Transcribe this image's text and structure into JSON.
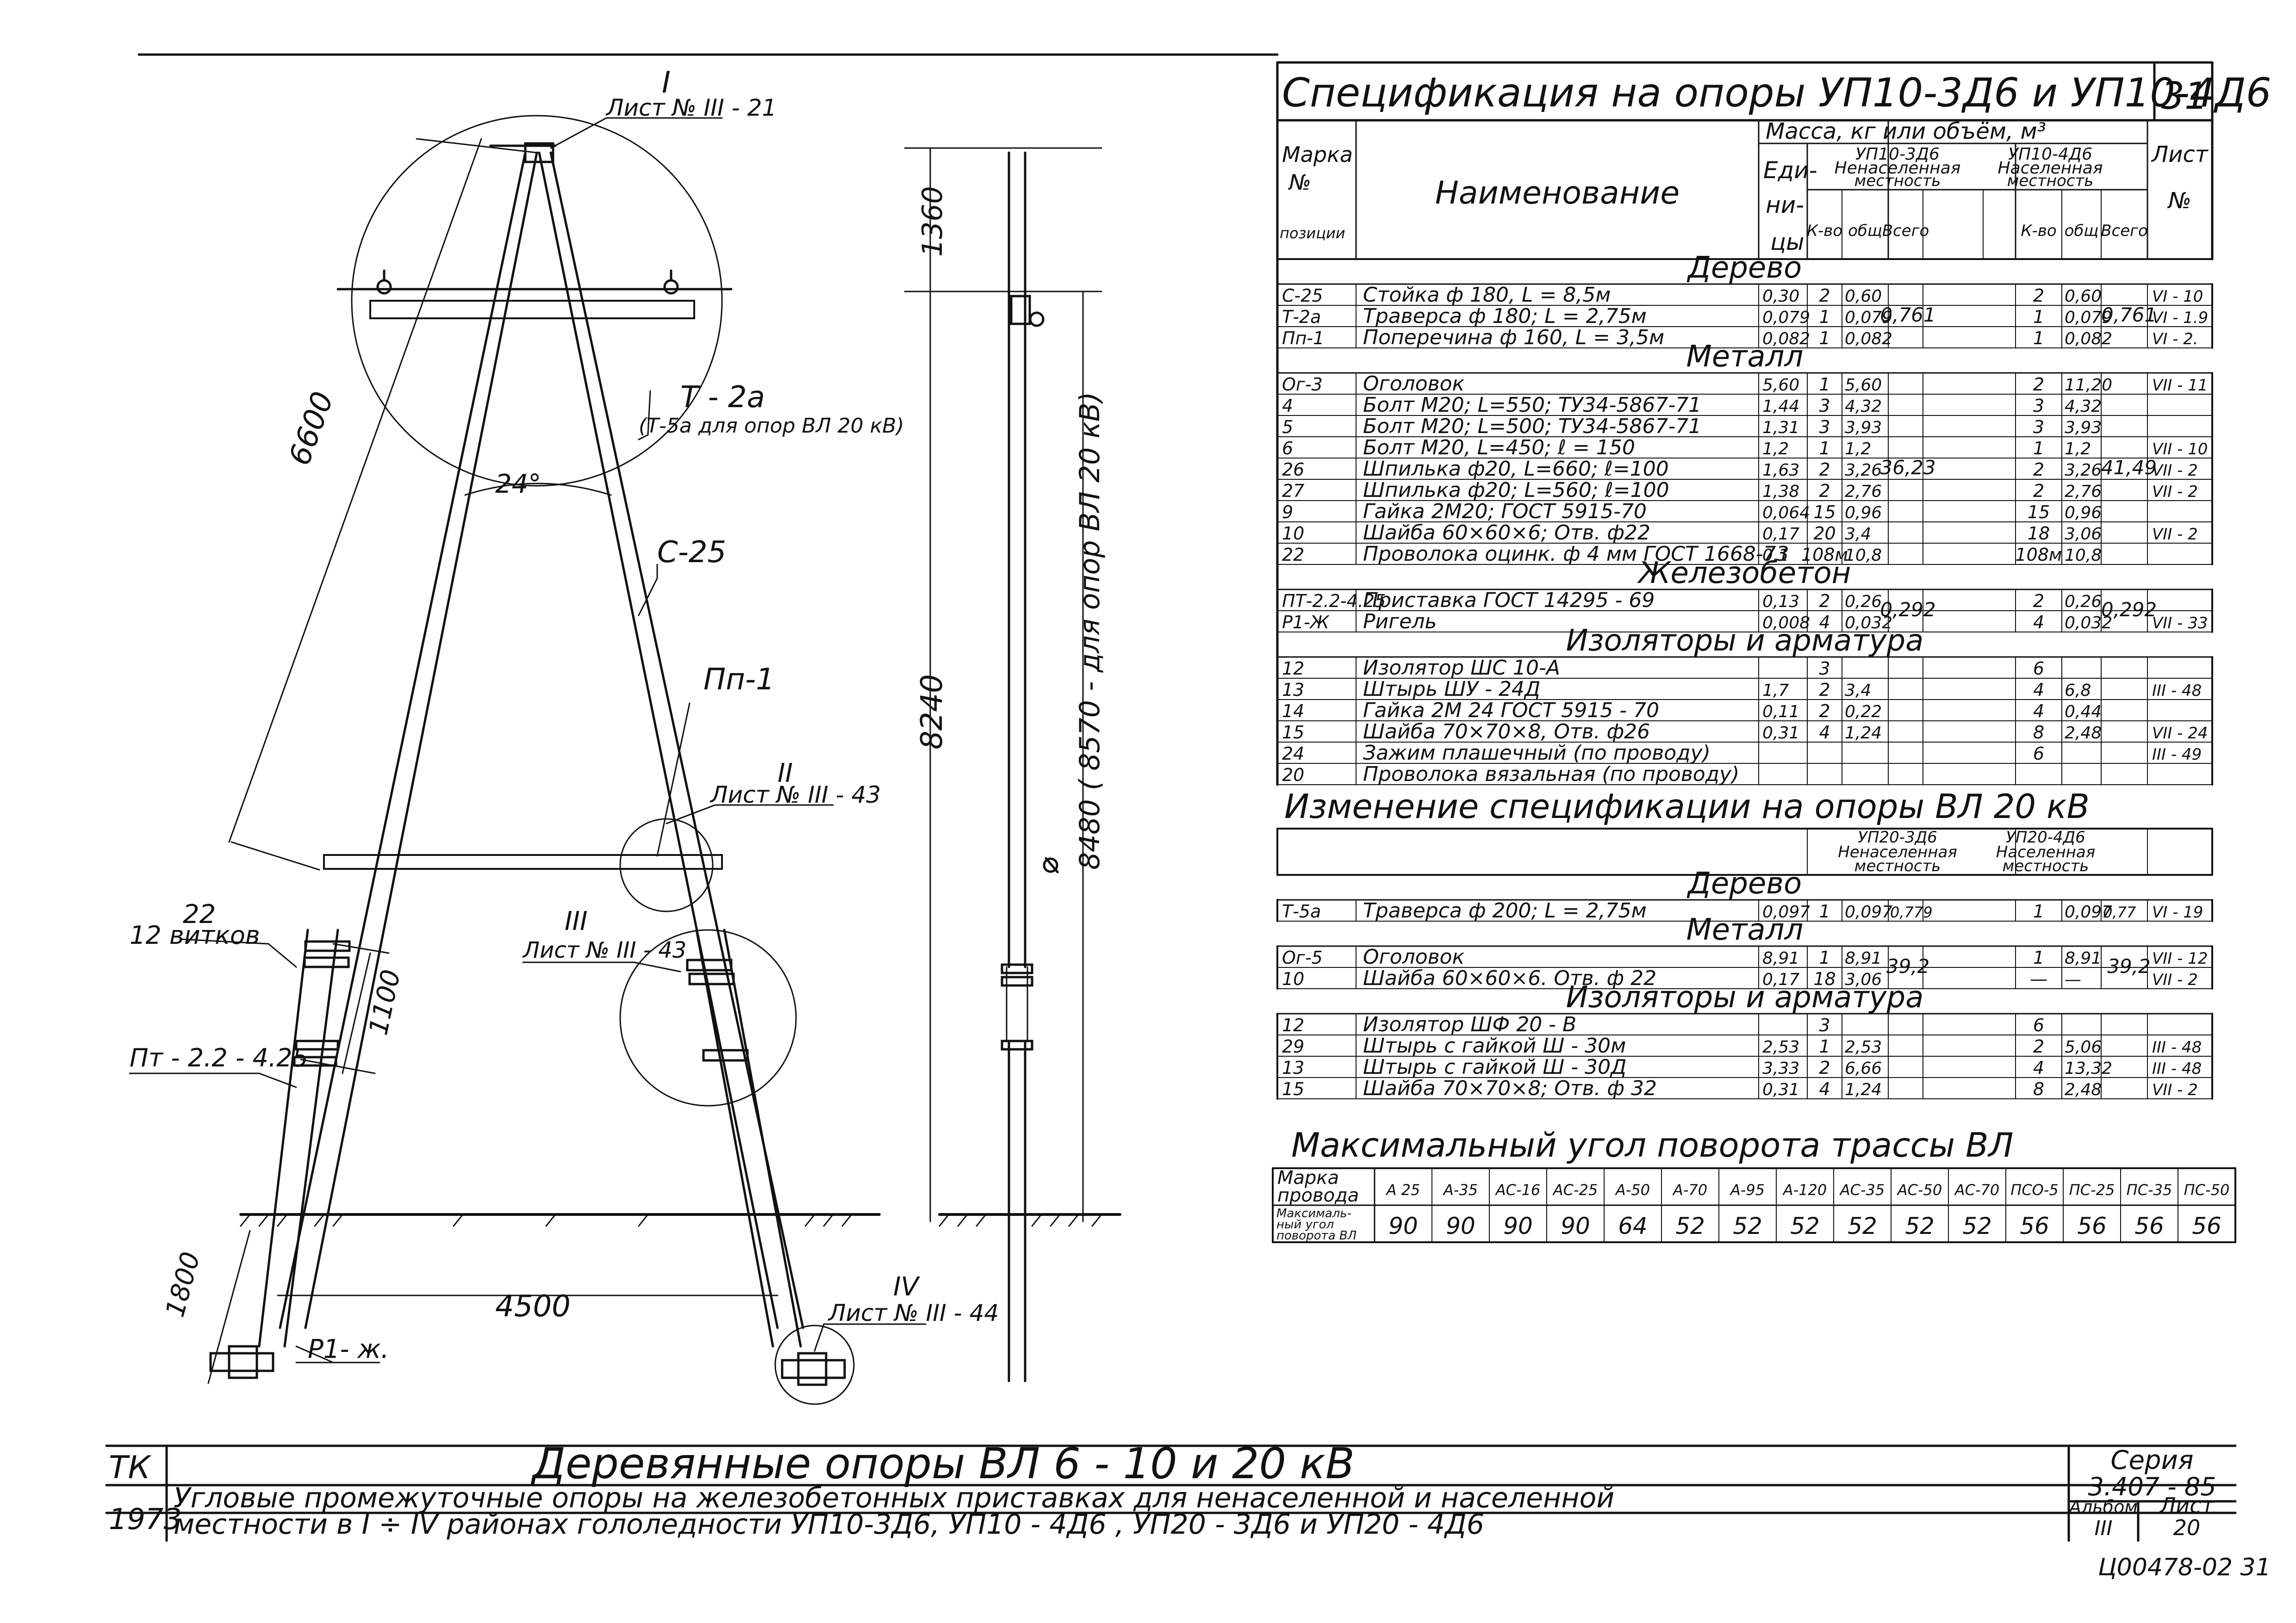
{
  "page_number": "31",
  "drawing_code": "Ц00478-02 31",
  "drawing": {
    "section_I": {
      "num": "I",
      "ref": "Лист № III - 21"
    },
    "section_II": {
      "num": "II",
      "ref": "Лист № III - 43"
    },
    "section_III": {
      "num": "III",
      "ref": "Лист № III - 43"
    },
    "section_IV": {
      "num": "IV",
      "ref": "Лист № III - 44"
    },
    "label_t2a": "Т - 2а",
    "label_t5a_note": "(Т-5а для опор ВЛ 20 кВ)",
    "label_c25": "С-25",
    "label_pp1": "Пп-1",
    "label_22": "22",
    "label_12vitkov": "12 витков",
    "label_pt": "Пт - 2.2 - 4.25",
    "label_r1": "Р1- ж.",
    "dim_6600": "6600",
    "dim_angle": "24°",
    "dim_1100": "1100",
    "dim_1800": "1800",
    "dim_4500": "4500",
    "dim_1360": "1360",
    "dim_8240": "8240",
    "dim_8480": "8480 ( 8570 - для опор ВЛ 20 кВ)"
  },
  "spec": {
    "title": "Спецификация на опоры УП10-3Д6 и УП10-4Д6",
    "sheet_no": "31",
    "header": {
      "mark": [
        "Марка",
        "№",
        "позиции"
      ],
      "name": "Наименование",
      "mass": "Масса, кг или объём, м³",
      "unit": [
        "Еди-",
        "ни-",
        "цы"
      ],
      "group_a": [
        "УП10-3Д6",
        "Ненаселенная",
        "местность"
      ],
      "group_b": [
        "УП10-4Д6",
        "Населенная",
        "местность"
      ],
      "cols": [
        "К-во",
        "общ",
        "Всего",
        "К-во",
        "общ",
        "Всего"
      ],
      "sheet": [
        "Лист",
        "№"
      ]
    },
    "sections": [
      {
        "title": "Дерево",
        "rows": [
          [
            "С-25",
            "Стойка ф 180, L = 8,5м",
            "0,30",
            "2",
            "0,60",
            "",
            "2",
            "0,60",
            "",
            "VI - 10"
          ],
          [
            "Т-2а",
            "Траверса ф 180; L = 2,75м",
            "0,079",
            "1",
            "0,079",
            "",
            "1",
            "0,079",
            "",
            "VI - 1.9"
          ],
          [
            "Пп-1",
            "Поперечина ф 160, L = 3,5м",
            "0,082",
            "1",
            "0,082",
            "",
            "1",
            "0,082",
            "",
            "VI - 2."
          ]
        ],
        "totals": [
          "0,761",
          "0,761"
        ]
      },
      {
        "title": "Металл",
        "rows": [
          [
            "Ог-3",
            "Оголовок",
            "5,60",
            "1",
            "5,60",
            "",
            "2",
            "11,20",
            "",
            "VII - 11"
          ],
          [
            "4",
            "Болт М20; L=550; ТУ34-5867-71",
            "1,44",
            "3",
            "4,32",
            "",
            "3",
            "4,32",
            "",
            ""
          ],
          [
            "5",
            "Болт М20; L=500; ТУ34-5867-71",
            "1,31",
            "3",
            "3,93",
            "",
            "3",
            "3,93",
            "",
            ""
          ],
          [
            "6",
            "Болт М20, L=450; ℓ = 150",
            "1,2",
            "1",
            "1,2",
            "",
            "1",
            "1,2",
            "",
            "VII - 10"
          ],
          [
            "26",
            "Шпилька ф20, L=660; ℓ=100",
            "1,63",
            "2",
            "3,26",
            "",
            "2",
            "3,26",
            "",
            "VII - 2"
          ],
          [
            "27",
            "Шпилька ф20; L=560; ℓ=100",
            "1,38",
            "2",
            "2,76",
            "",
            "2",
            "2,76",
            "",
            "VII - 2"
          ],
          [
            "9",
            "Гайка 2М20; ГОСТ 5915-70",
            "0,064",
            "15",
            "0,96",
            "",
            "15",
            "0,96",
            "",
            ""
          ],
          [
            "10",
            "Шайба 60×60×6; Отв. ф22",
            "0,17",
            "20",
            "3,4",
            "",
            "18",
            "3,06",
            "",
            "VII - 2"
          ],
          [
            "22",
            "Проволока оцинк. ф 4 мм ГОСТ 1668-73",
            "0,1",
            "108м",
            "10,8",
            "",
            "108м",
            "10,8",
            "",
            ""
          ]
        ],
        "totals": [
          "36,23",
          "41,49"
        ]
      },
      {
        "title": "Железобетон",
        "rows": [
          [
            "ПТ-2.2-4.25",
            "Приставка ГОСТ 14295 - 69",
            "0,13",
            "2",
            "0,26",
            "",
            "2",
            "0,26",
            "",
            ""
          ],
          [
            "Р1-Ж",
            "Ригель",
            "0,008",
            "4",
            "0,032",
            "",
            "4",
            "0,032",
            "",
            "VII - 33"
          ]
        ],
        "totals": [
          "0,292",
          "0,292"
        ]
      },
      {
        "title": "Изоляторы и арматура",
        "rows": [
          [
            "12",
            "Изолятор ШС 10-А",
            "",
            "3",
            "",
            "",
            "6",
            "",
            "",
            ""
          ],
          [
            "13",
            "Штырь ШУ - 24Д",
            "1,7",
            "2",
            "3,4",
            "",
            "4",
            "6,8",
            "",
            "III - 48"
          ],
          [
            "14",
            "Гайка 2М 24 ГОСТ 5915 - 70",
            "0,11",
            "2",
            "0,22",
            "",
            "4",
            "0,44",
            "",
            ""
          ],
          [
            "15",
            "Шайба 70×70×8, Отв. ф26",
            "0,31",
            "4",
            "1,24",
            "",
            "8",
            "2,48",
            "",
            "VII - 24"
          ],
          [
            "24",
            "Зажим плашечный (по проводу)",
            "",
            "",
            "",
            "",
            "6",
            "",
            "",
            "III - 49"
          ],
          [
            "20",
            "Проволока вязальная (по проводу)",
            "",
            "",
            "",
            "",
            "",
            "",
            "",
            ""
          ]
        ],
        "totals": [
          "",
          ""
        ]
      }
    ]
  },
  "change": {
    "title": "Изменение спецификации на опоры ВЛ 20 кВ",
    "group_a": [
      "УП20-3Д6",
      "Ненаселенная",
      "местность"
    ],
    "group_b": [
      "УП20-4Д6",
      "Населенная",
      "местность"
    ],
    "sections": [
      {
        "title": "Дерево",
        "rows": [
          [
            "Т-5а",
            "Траверса ф 200; L = 2,75м",
            "0,097",
            "1",
            "0,097",
            "0,779",
            "1",
            "0,097",
            "0,77",
            "VI - 19"
          ]
        ],
        "totals": [
          "",
          ""
        ]
      },
      {
        "title": "Металл",
        "rows": [
          [
            "Ог-5",
            "Оголовок",
            "8,91",
            "1",
            "8,91",
            "",
            "1",
            "8,91",
            "",
            "VII - 12"
          ],
          [
            "10",
            "Шайба 60×60×6. Отв. ф 22",
            "0,17",
            "18",
            "3,06",
            "",
            "—",
            "—",
            "",
            "VII - 2"
          ]
        ],
        "totals": [
          "39,2",
          "39,2"
        ]
      },
      {
        "title": "Изоляторы и арматура",
        "rows": [
          [
            "12",
            "Изолятор ШФ 20 - В",
            "",
            "3",
            "",
            "",
            "6",
            "",
            "",
            ""
          ],
          [
            "29",
            "Штырь с гайкой Ш - 30м",
            "2,53",
            "1",
            "2,53",
            "",
            "2",
            "5,06",
            "",
            "III - 48"
          ],
          [
            "13",
            "Штырь с гайкой Ш - 30Д",
            "3,33",
            "2",
            "6,66",
            "",
            "4",
            "13,32",
            "",
            "III - 48"
          ],
          [
            "15",
            "Шайба 70×70×8; Отв. ф 32",
            "0,31",
            "4",
            "1,24",
            "",
            "8",
            "2,48",
            "",
            "VII - 2"
          ]
        ],
        "totals": [
          "",
          ""
        ]
      }
    ]
  },
  "angle": {
    "title": "Максимальный угол поворота трассы ВЛ",
    "row1_label": [
      "Марка",
      "провода"
    ],
    "row2_label": [
      "Максималь-",
      "ный угол",
      "поворота ВЛ"
    ],
    "wires": [
      "А 25",
      "А-35",
      "АС-16",
      "АС-25",
      "А-50",
      "А-70",
      "А-95",
      "А-120",
      "АС-35",
      "АС-50",
      "АС-70",
      "ПСО-5",
      "ПС-25",
      "ПС-35",
      "ПС-50"
    ],
    "angles": [
      "90",
      "90",
      "90",
      "90",
      "64",
      "52",
      "52",
      "52",
      "52",
      "52",
      "52",
      "56",
      "56",
      "56",
      "56"
    ]
  },
  "title_block": {
    "org": "ТК",
    "year": "1973",
    "title": "Деревянные опоры ВЛ 6 - 10 и 20 кВ",
    "desc1": "Угловые промежуточные опоры на железобетонных приставках для ненаселенной и населенной",
    "desc2": "местности в I ÷ IV районах гололедности УП10-3Д6, УП10 - 4Д6 , УП20 - 3Д6 и УП20 - 4Д6",
    "series_label": "Серия",
    "series": "3.407 - 85",
    "album_label": "Альбом",
    "album": "III",
    "sheet_label": "Лист",
    "sheet": "20"
  }
}
